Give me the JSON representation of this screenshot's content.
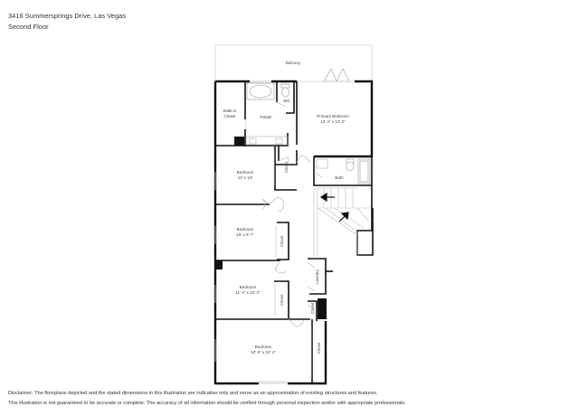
{
  "header": {
    "address": "3416 Summersprings Drive, Las Vegas",
    "floor": "Second Floor"
  },
  "rooms": {
    "balcony": {
      "name": "Balcony"
    },
    "walk_in_closet": {
      "name_line1": "Walk-in",
      "name_line2": "Closet"
    },
    "p_bath": {
      "name": "P.Bath"
    },
    "wc": {
      "name": "WC"
    },
    "primary_bedroom": {
      "name": "Primary Bedroom",
      "dims": "13' 4\" x 13' 2\""
    },
    "bath": {
      "name": "Bath"
    },
    "bedroom_1": {
      "name": "Bedroom",
      "dims": "10' x 10'"
    },
    "closet_1": {
      "name": "Closet"
    },
    "bedroom_2": {
      "name": "Bedroom",
      "dims": "10' x 9' 7\""
    },
    "closet_2": {
      "name": "Closet"
    },
    "bedroom_3": {
      "name": "Bedroom",
      "dims": "11' 4\" x 10' 2\""
    },
    "closet_3": {
      "name": "Closet"
    },
    "laundry": {
      "name": "Laundry"
    },
    "closet_hall": {
      "name": "Closet"
    },
    "bedroom_4": {
      "name": "Bedroom",
      "dims": "10' 9\" x 10' 4\""
    },
    "closet_4": {
      "name": "Closet"
    }
  },
  "disclaimer": {
    "line1": "Disclaimer: The floorplans depicted and the stated dimensions in this illustration are indicative only and serve as an approximation of existing structures and features.",
    "line2": "This illustration is not guaranteed to be accurate or complete. The accuracy of all information should be verified through personal inspection and/or with appropriate professionals."
  },
  "colors": {
    "wall": "#111111",
    "thin_line": "#cccccc",
    "text": "#333333"
  }
}
